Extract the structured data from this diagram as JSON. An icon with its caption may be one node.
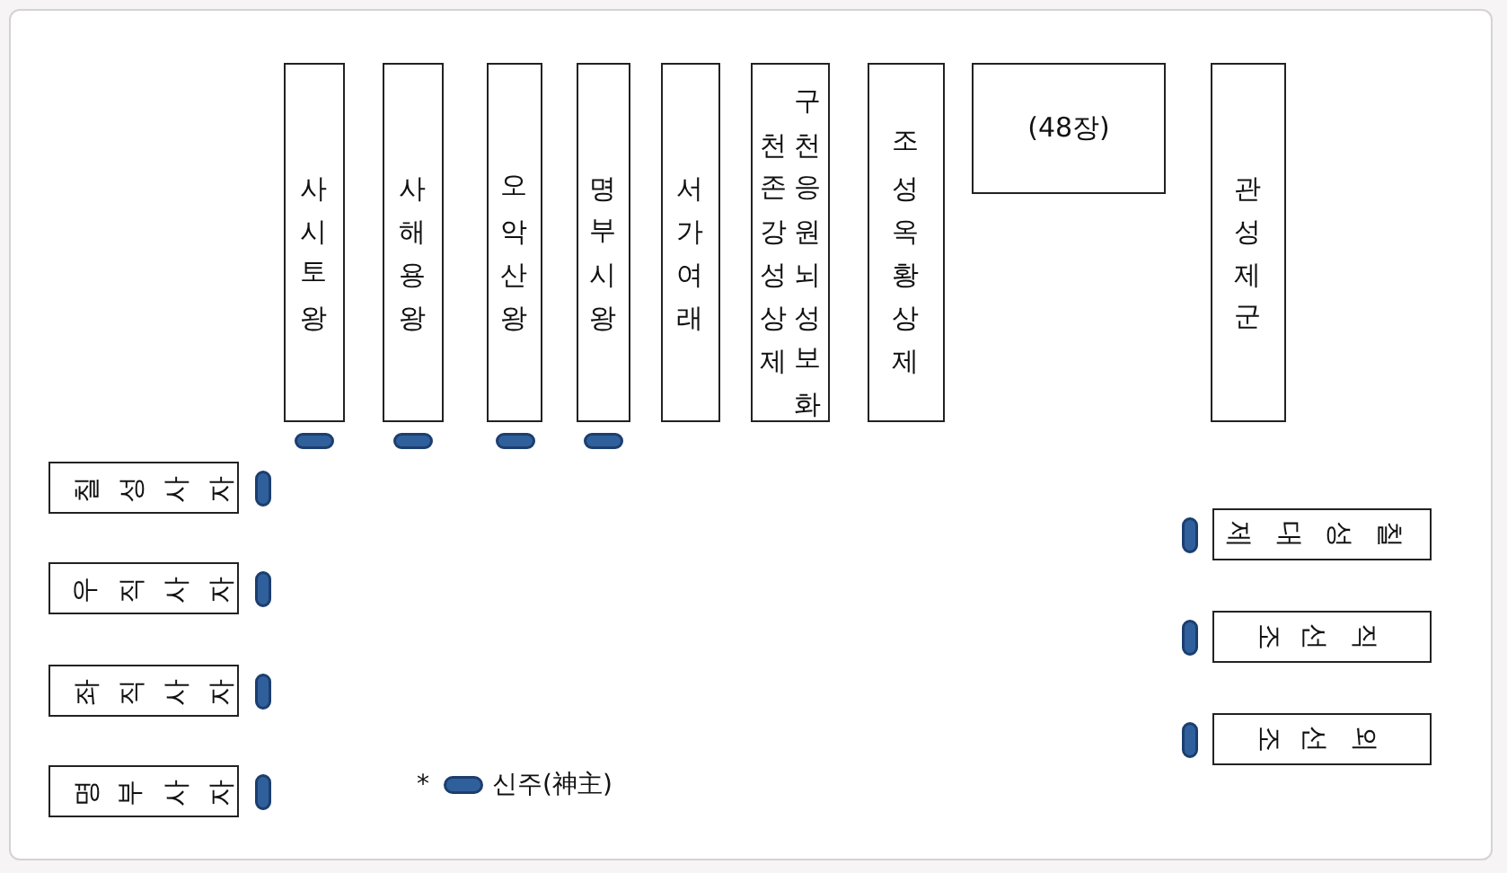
{
  "diagram": {
    "nodes": [
      {
        "text": [
          "사시토왕"
        ]
      },
      {
        "text": [
          "사해용왕"
        ]
      },
      {
        "text": [
          "오악산왕"
        ]
      },
      {
        "text": [
          "명부시왕"
        ]
      },
      {
        "text": [
          "서가여래"
        ]
      },
      {
        "text": [
          "구천응원뇌성보화 천존강성상제"
        ]
      },
      {
        "text": [
          "조성옥황상제"
        ]
      },
      {
        "text": [
          "(48장)"
        ]
      },
      {
        "text": [
          "관성제군"
        ]
      },
      {
        "text": [
          "칠성사자"
        ]
      },
      {
        "text": [
          "우직사자"
        ]
      },
      {
        "text": [
          "좌직사자"
        ]
      },
      {
        "text": [
          "명부사자"
        ]
      },
      {
        "text": [
          "칠성대제"
        ]
      },
      {
        "text": [
          "직선조"
        ]
      },
      {
        "text": [
          "외선조"
        ]
      }
    ],
    "labels": [
      "*"
    ],
    "legend": [
      {
        "text": "신주(神主)"
      }
    ]
  }
}
